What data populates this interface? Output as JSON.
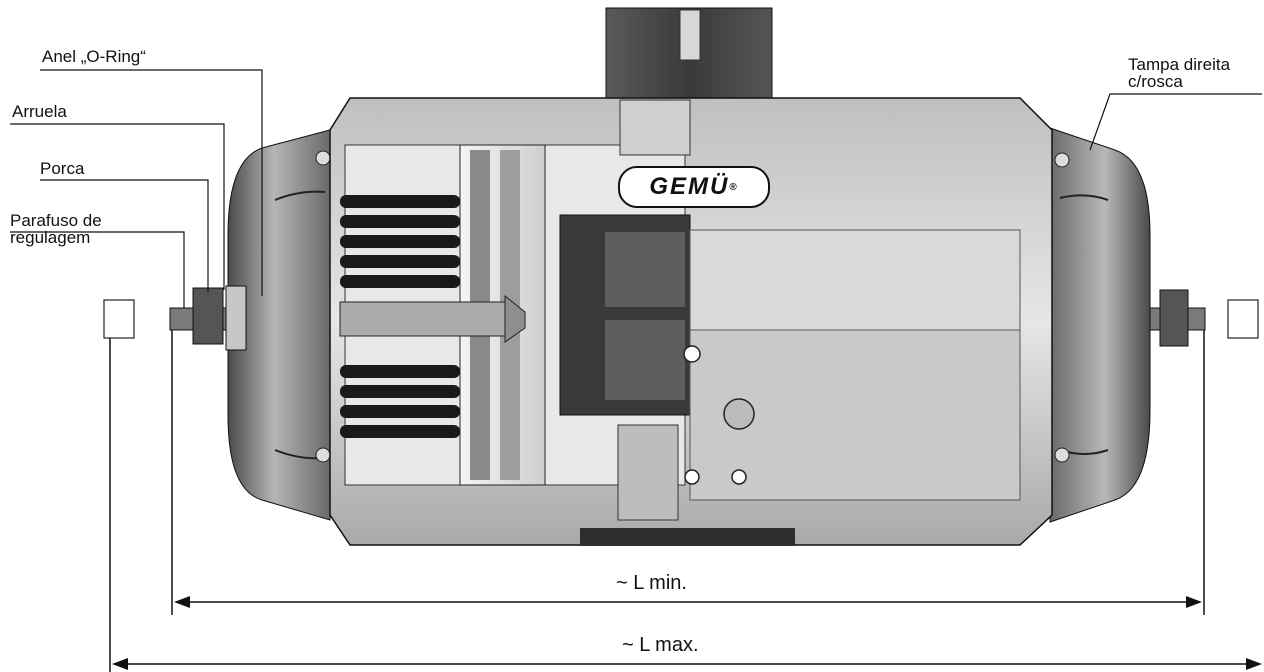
{
  "labels": {
    "o_ring": "Anel „O-Ring“",
    "washer": "Arruela",
    "nut": "Porca",
    "adjust_screw_line1": "Parafuso de",
    "adjust_screw_line2": "regulagem",
    "right_cap_line1": "Tampa direita",
    "right_cap_line2": "c/rosca"
  },
  "brand": "GEMÜ",
  "brand_mark": "®",
  "dimensions": {
    "min": "~ L min.",
    "max": "~ L max."
  },
  "colors": {
    "line": "#111111",
    "spring": "#1a1a1a",
    "body": "#d2d2d2",
    "cap": "#7a7a7a"
  }
}
